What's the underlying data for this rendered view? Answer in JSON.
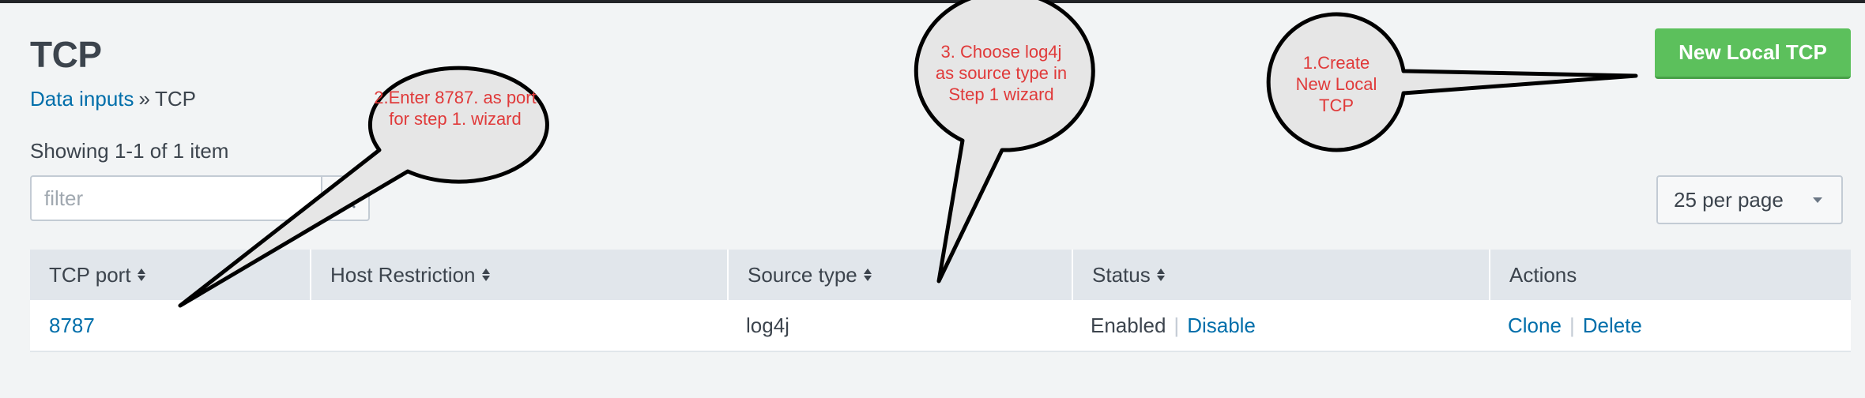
{
  "page": {
    "title": "TCP",
    "breadcrumb_link": "Data inputs",
    "breadcrumb_sep": "»",
    "breadcrumb_current": "TCP",
    "count_text": "Showing 1-1 of 1 item"
  },
  "filter": {
    "placeholder": "filter",
    "value": ""
  },
  "toolbar": {
    "new_button_label": "New Local TCP",
    "per_page_label": "25 per page"
  },
  "table": {
    "columns": [
      "TCP port",
      "Host Restriction",
      "Source type",
      "Status",
      "Actions"
    ],
    "rows": [
      {
        "tcp_port": "8787",
        "host_restriction": "",
        "source_type": "log4j",
        "status": "Enabled",
        "status_action": "Disable",
        "action_clone": "Clone",
        "action_delete": "Delete"
      }
    ]
  },
  "annotations": {
    "callout_1": "1.Create New Local TCP",
    "callout_2": "2.Enter 8787. as port for step 1. wizard",
    "callout_3": "3. Choose log4j as source type in Step 1 wizard",
    "text_color": "#e03a3a",
    "bubble_fill": "#e6e6e6"
  },
  "colors": {
    "accent_green": "#5cc05c",
    "link_blue": "#006eaa",
    "header_bg": "#e1e6eb"
  }
}
